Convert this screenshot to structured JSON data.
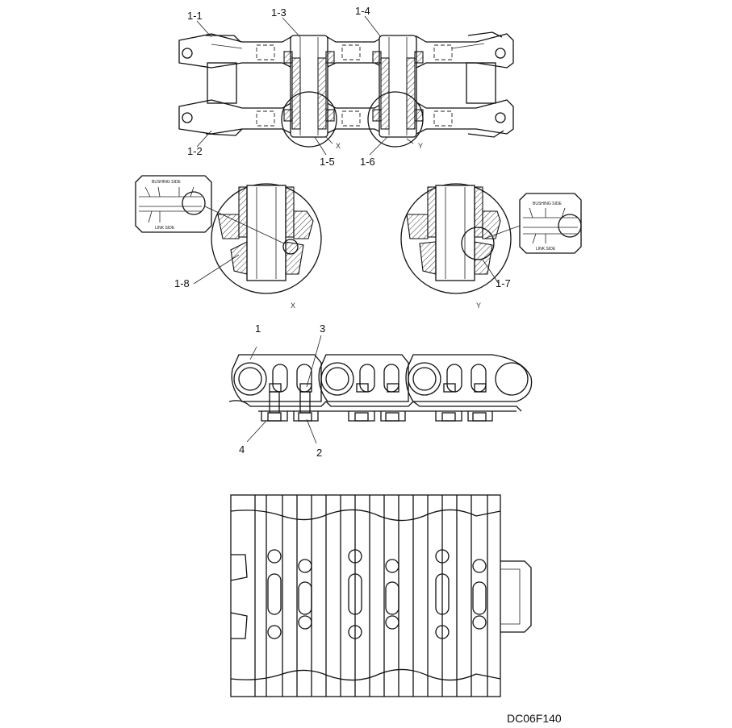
{
  "labels": {
    "l1_1": "1-1",
    "l1_2": "1-2",
    "l1_3": "1-3",
    "l1_4": "1-4",
    "l1_5": "1-5",
    "l1_6": "1-6",
    "l1_7": "1-7",
    "l1_8": "1-8",
    "x_mark": "X",
    "y_mark": "Y",
    "x_view": "X",
    "y_view": "Y",
    "p1": "1",
    "p2": "2",
    "p3": "3",
    "p4": "4"
  },
  "callouts": {
    "bushing_side": "BUSHING SIDE",
    "link_side": "LINK SIDE"
  },
  "drawing_code": "DC06F140"
}
